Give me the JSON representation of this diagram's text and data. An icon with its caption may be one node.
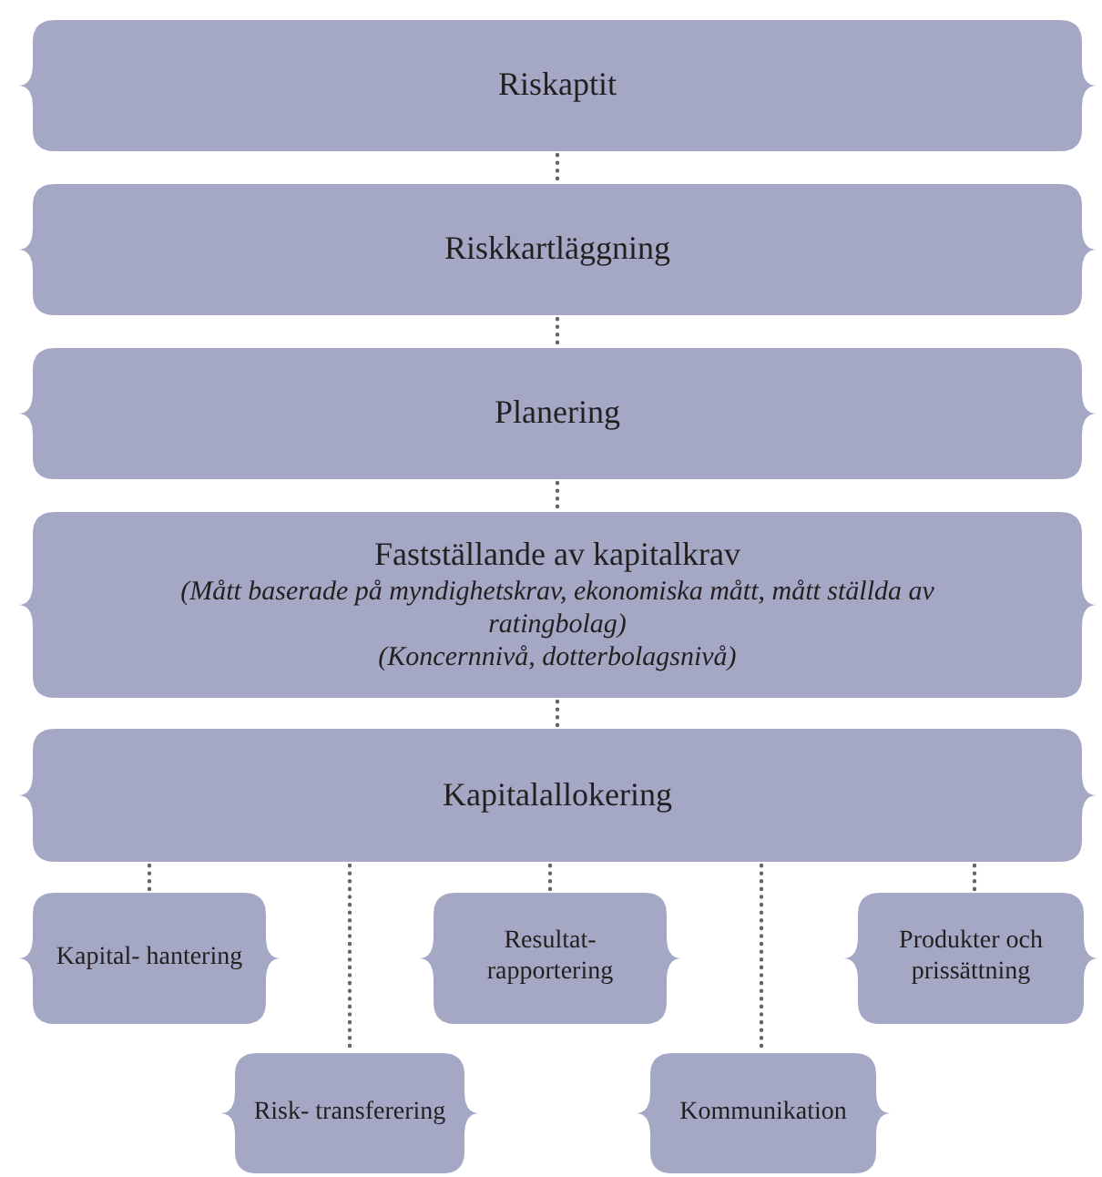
{
  "diagram": {
    "nodes": [
      {
        "text": [
          "Riskaptit"
        ]
      },
      {
        "text": [
          "Riskkartläggning"
        ]
      },
      {
        "text": [
          "Planering"
        ]
      },
      {
        "text": [
          "Fastställande av kapitalkrav",
          "(Mått baserade på myndighetskrav, ekonomiska mått, mått ställda av ratingbolag)",
          "(Koncernnivå, dotterbolagsnivå)"
        ]
      },
      {
        "text": [
          "Kapitalallokering"
        ]
      },
      {
        "text": [
          "Kapital- hantering"
        ]
      },
      {
        "text": [
          "Resultat- rapportering"
        ]
      },
      {
        "text": [
          "Produkter och prissättning"
        ]
      },
      {
        "text": [
          "Risk- transferering"
        ]
      },
      {
        "text": [
          "Kommunikation"
        ]
      }
    ],
    "edges": [
      {
        "from": 0,
        "to": 1,
        "arrow": "none"
      },
      {
        "from": 1,
        "to": 2,
        "arrow": "none"
      },
      {
        "from": 2,
        "to": 3,
        "arrow": "none"
      },
      {
        "from": 3,
        "to": 4,
        "arrow": "none"
      },
      {
        "from": 4,
        "to": 5,
        "arrow": "none"
      },
      {
        "from": 4,
        "to": 6,
        "arrow": "none"
      },
      {
        "from": 4,
        "to": 7,
        "arrow": "none"
      },
      {
        "from": 4,
        "to": 8,
        "arrow": "none"
      },
      {
        "from": 4,
        "to": 9,
        "arrow": "none"
      }
    ]
  }
}
